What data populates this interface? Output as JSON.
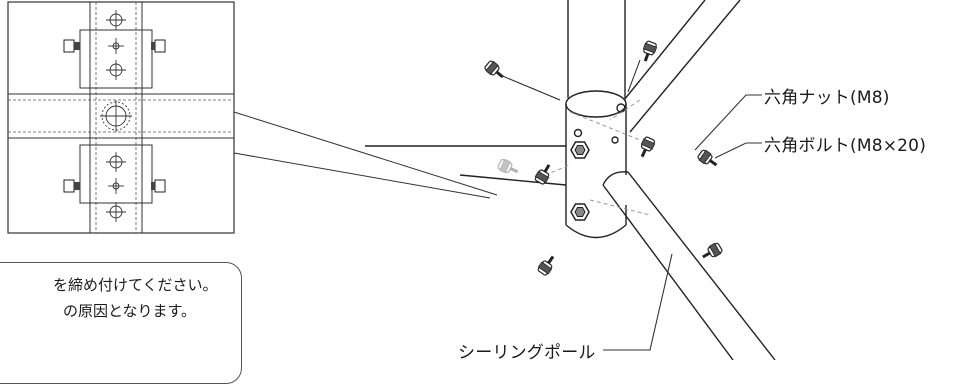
{
  "labels": {
    "hex_nut": "六角ナット(M8)",
    "hex_bolt": "六角ボルト(M8×20)",
    "ceiling_pole": "シーリングポール"
  },
  "note": {
    "line1": "を締め付けてください。",
    "line2": "の原因となります。"
  }
}
